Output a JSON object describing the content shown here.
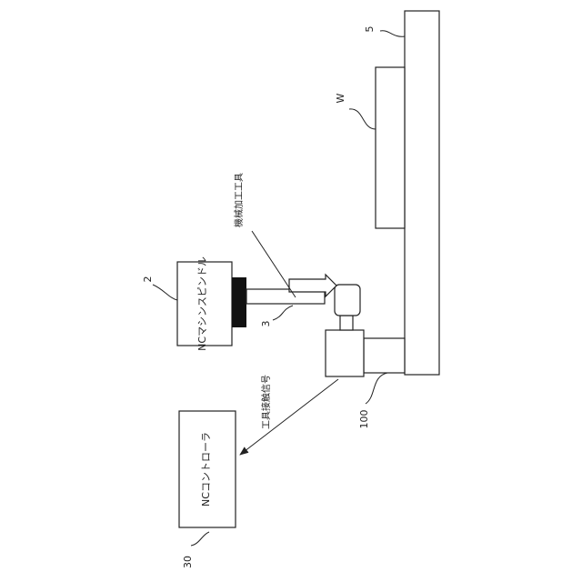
{
  "labels": {
    "nc_spindle": "NCマシンスピンドル",
    "nc_controller": "NCコントローラ",
    "machining_tool": "機械加工工具",
    "tool_contact_signal": "工具接触信号"
  },
  "refs": {
    "table": "5",
    "workpiece": "W",
    "spindle": "2",
    "tool": "3",
    "sensor_device": "100",
    "controller": "30"
  }
}
